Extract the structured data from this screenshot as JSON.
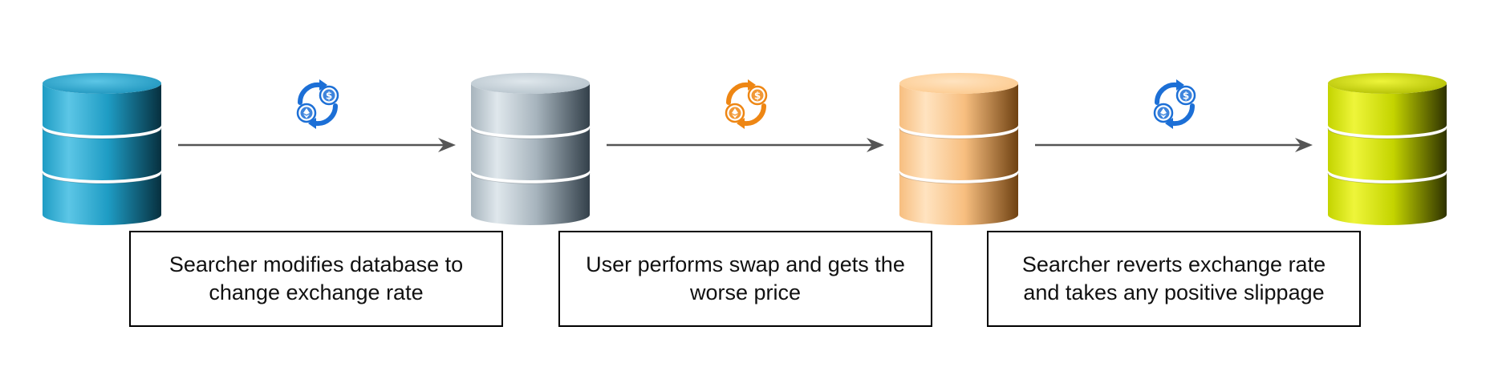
{
  "steps": [
    {
      "caption": "Searcher modifies database to change exchange rate"
    },
    {
      "caption": "User performs swap and gets the worse price"
    },
    {
      "caption": "Searcher reverts exchange rate and takes any positive slippage"
    }
  ],
  "databases": [
    {
      "name": "initial-state",
      "colors": {
        "light": "#5cc6e6",
        "mid": "#1e9cc4",
        "dark": "#07303f",
        "top": "#1b92bb"
      }
    },
    {
      "name": "manipulated-state",
      "colors": {
        "light": "#dfe7ec",
        "mid": "#a7b4bd",
        "dark": "#33404a",
        "top": "#b4c1ca"
      }
    },
    {
      "name": "user-swap-state",
      "colors": {
        "light": "#ffe3c0",
        "mid": "#f7be7f",
        "dark": "#6f4111",
        "top": "#fcc98c"
      }
    },
    {
      "name": "final-state",
      "colors": {
        "light": "#eef53a",
        "mid": "#c4d400",
        "dark": "#2e3200",
        "top": "#aebb00"
      }
    }
  ],
  "swap_icons": [
    {
      "name": "swap-icon-blue",
      "color": "#1c6fd6",
      "symbol": "$"
    },
    {
      "name": "swap-icon-orange",
      "color": "#ee8613",
      "symbol": "$"
    },
    {
      "name": "swap-icon-blue",
      "color": "#1c6fd6",
      "symbol": "$"
    }
  ],
  "arrow_color": "#555555"
}
